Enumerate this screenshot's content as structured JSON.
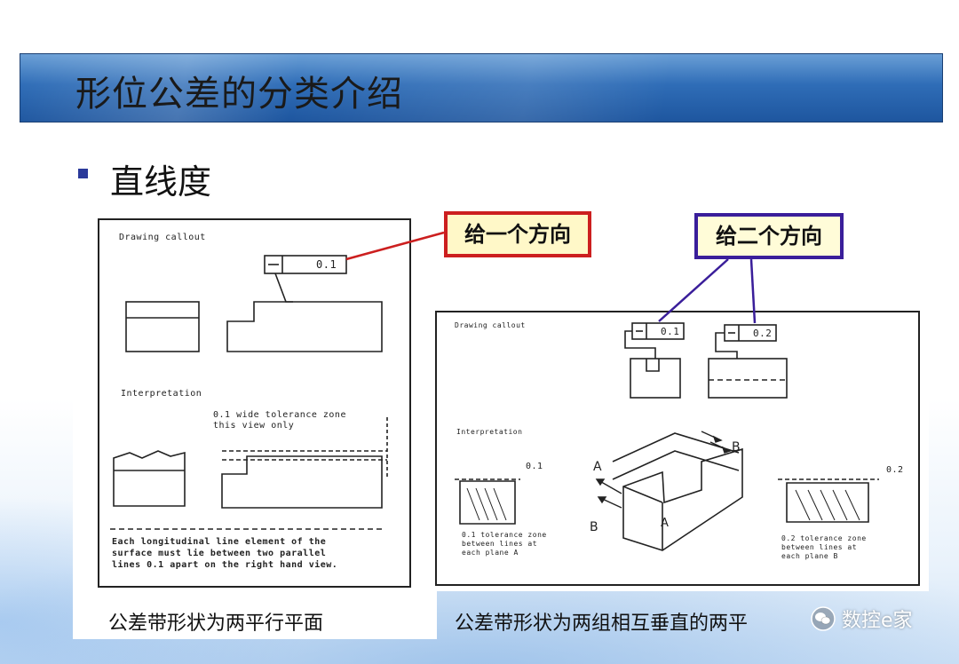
{
  "slide": {
    "title": "形位公差的分类介绍",
    "heading": "直线度"
  },
  "callouts": {
    "one_direction": "给一个方向",
    "two_directions": "给二个方向"
  },
  "left_figure": {
    "drawing_callout": "Drawing callout",
    "tolerance_value": "0.1",
    "interpretation": "Interpretation",
    "zone_note": "0.1 wide tolerance zone\nthis view only",
    "description": "Each longitudinal line element of the\nsurface must lie between two parallel\nlines 0.1 apart on the right hand view."
  },
  "right_figure": {
    "drawing_callout": "Drawing callout",
    "tolerance_value_1": "0.1",
    "tolerance_value_2": "0.2",
    "interpretation": "Interpretation",
    "zone_label_1": "0.1",
    "zone_label_2": "0.2",
    "plane_a": "A",
    "plane_b": "B",
    "note_a": "0.1 tolerance zone\nbetween lines at\neach plane A",
    "note_b": "0.2 tolerance zone\nbetween lines at\neach plane B"
  },
  "captions": {
    "left": "公差带形状为两平行平面",
    "right": "公差带形状为两组相互垂直的两平"
  },
  "watermark": {
    "text": "数控e家",
    "icon": "wechat-icon"
  },
  "colors": {
    "title_bar": "#2f6db7",
    "callout_red": "#cc1f1f",
    "callout_purple": "#3a1e9a",
    "callout_fill": "#fff8c8",
    "bullet": "#2b3a9a"
  }
}
